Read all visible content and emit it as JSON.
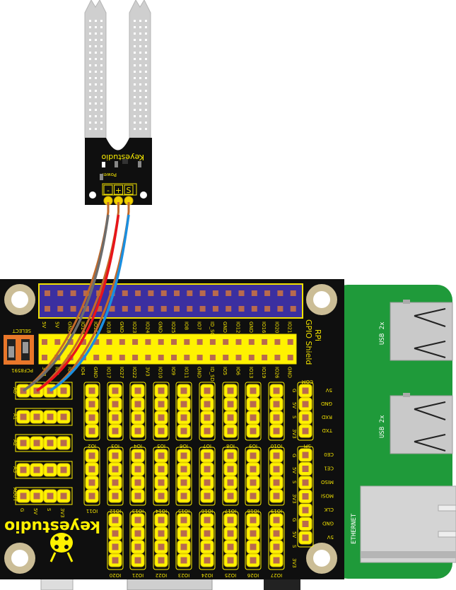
{
  "sensor": {
    "brand": "Keyestudio",
    "power_label": "Power",
    "pins": [
      "-",
      "+",
      "S"
    ]
  },
  "shield": {
    "title_line1": "RPi",
    "title_line2": "GPIO Shield",
    "brand": "keyestudio",
    "select_label": "SELECT",
    "chip_label": "PCF8591",
    "header_top_labels": [
      "5V",
      "5V",
      "GND",
      "IO14",
      "IO15",
      "IO18",
      "GND",
      "IO23",
      "IO24",
      "GND",
      "IO25",
      "IO8",
      "IO7",
      "ID_SC",
      "GND",
      "IO12",
      "GND",
      "IO16",
      "IO20",
      "IO21"
    ],
    "header_bottom_labels": [
      "3V3",
      "IO2",
      "IO3",
      "IO4",
      "GND",
      "IO17",
      "IO27",
      "IO22",
      "3V3",
      "IO10",
      "IO9",
      "IO11",
      "GND",
      "ID_SD",
      "IO5",
      "IO6",
      "IO13",
      "IO19",
      "IO26",
      "GND"
    ],
    "analog_rows": [
      "A0",
      "A1",
      "A2",
      "A3",
      "AOUT"
    ],
    "analog_pin_labels": [
      "G",
      "5V",
      "S",
      "3V3"
    ],
    "io_row1": [
      "IO2",
      "IO3",
      "IO4",
      "IO5",
      "IO6",
      "IO7",
      "IO8",
      "IO9",
      "IO10"
    ],
    "io_row2": [
      "IO11",
      "IO12",
      "IO13",
      "IO14",
      "IO15",
      "IO16",
      "IO17",
      "IO18",
      "IO19"
    ],
    "io_row3": [
      "IO20",
      "IO21",
      "IO22",
      "IO23",
      "IO24",
      "IO25",
      "IO26",
      "IO27"
    ],
    "io_side_labels": [
      "G",
      "5V",
      "S",
      "3V3"
    ],
    "com_label": "COM",
    "com_pins": [
      "5V",
      "GND",
      "RXD",
      "TXD"
    ],
    "spi_label": "SPI",
    "spi_pins": [
      "CE0",
      "CE1",
      "MISO",
      "MOSI",
      "CLK",
      "GND",
      "5V"
    ]
  },
  "pi": {
    "usb1": "USB 2x",
    "usb2": "USB 2x",
    "ethernet": "ETHERNET"
  },
  "wires": [
    {
      "name": "gnd-wire",
      "color": "#6d6d6d"
    },
    {
      "name": "vcc-wire",
      "color": "#e8141b"
    },
    {
      "name": "signal-wire",
      "color": "#1a8fe0"
    }
  ],
  "colors": {
    "pcb": "#0f0f0f",
    "header_yellow": "#fff200",
    "pad": "#b86a4e",
    "pi_green": "#1f9a3a",
    "gpio_blue": "#3b2fa0"
  }
}
